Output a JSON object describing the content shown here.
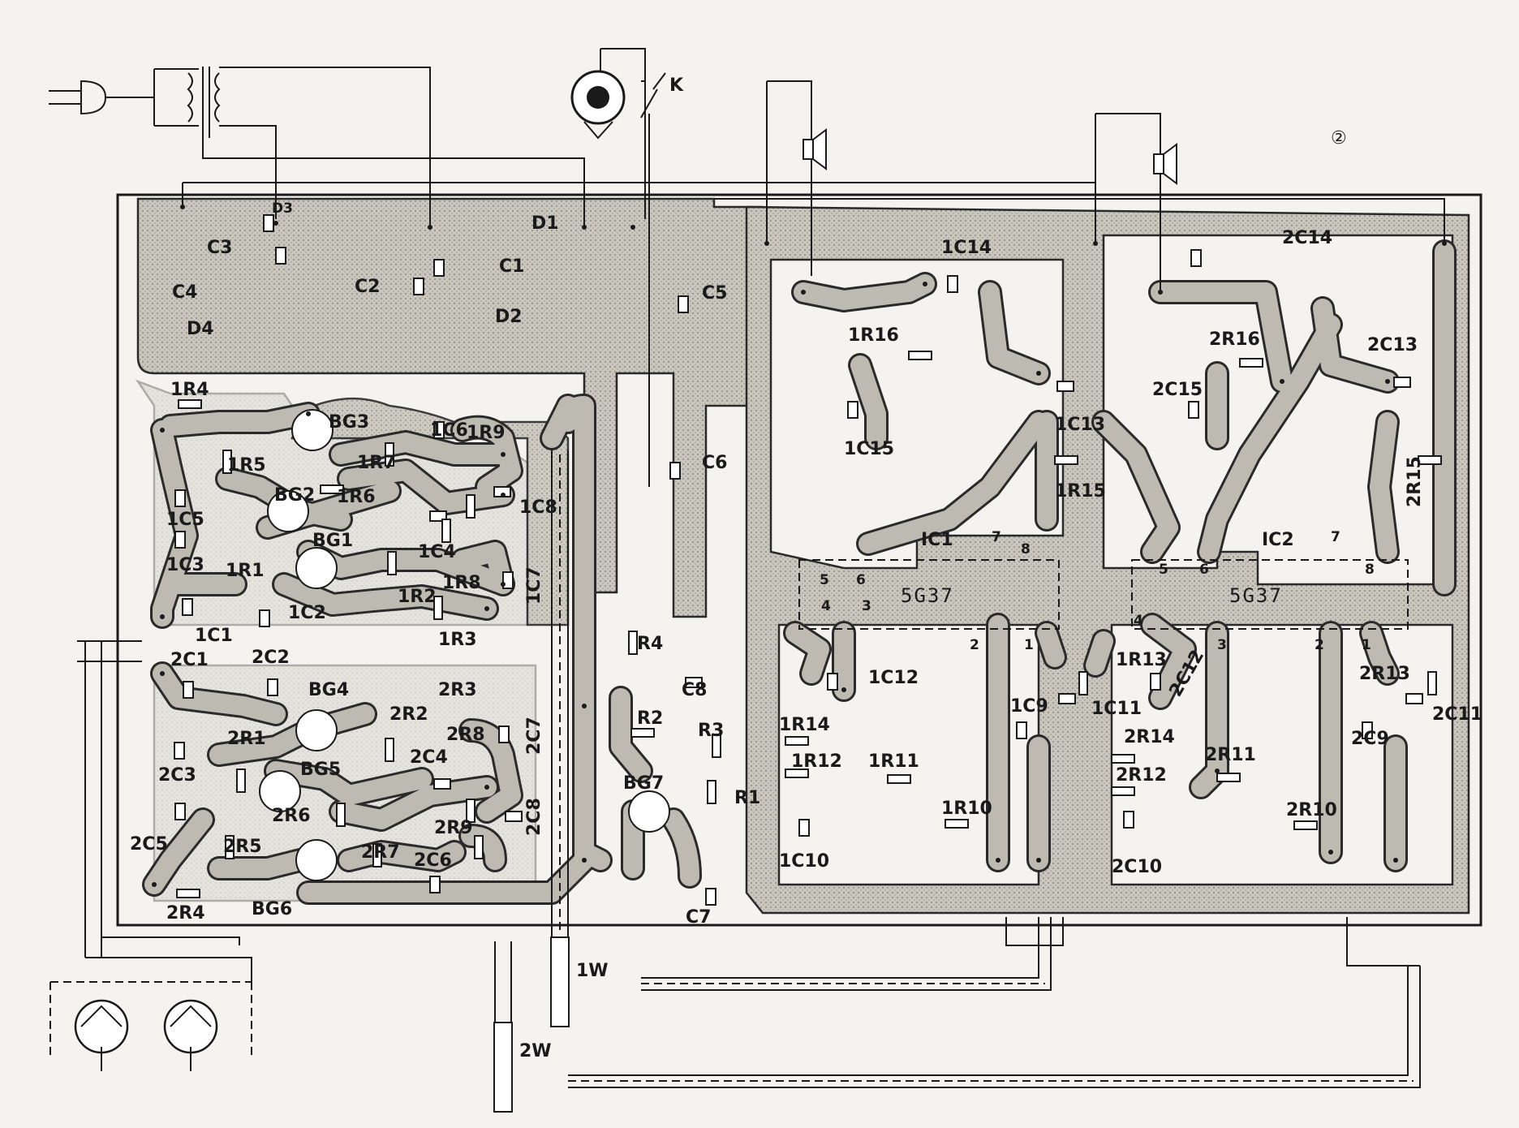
{
  "figure_number": "②",
  "ic_packages": [
    "5G37",
    "5G37"
  ],
  "labels": {
    "power": [
      "D1",
      "D2",
      "D3",
      "D4",
      "C1",
      "C2",
      "C3",
      "C4",
      "C5",
      "C6",
      "C7",
      "C8",
      "K",
      "R1",
      "R2",
      "R3",
      "R4",
      "BG7"
    ],
    "ch1_pre": [
      "1R1",
      "1R2",
      "1R3",
      "1R4",
      "1R5",
      "1R6",
      "1R7",
      "1R8",
      "1R9",
      "1C1",
      "1C2",
      "1C3",
      "1C4",
      "1C5",
      "1C6",
      "1C7",
      "1C8",
      "BG1",
      "BG2",
      "BG3"
    ],
    "ch2_pre": [
      "2R1",
      "2R2",
      "2R3",
      "2R4",
      "2R5",
      "2R6",
      "2R7",
      "2R8",
      "2R9",
      "2C1",
      "2C2",
      "2C3",
      "2C4",
      "2C5",
      "2C6",
      "2C7",
      "2C8",
      "BG4",
      "BG5",
      "BG6"
    ],
    "ch1_amp": [
      "IC1",
      "1R10",
      "1R11",
      "1R12",
      "1R13",
      "1R14",
      "1R15",
      "1R16",
      "1C9",
      "1C10",
      "1C11",
      "1C12",
      "1C13",
      "1C14",
      "1C15"
    ],
    "ch2_amp": [
      "IC2",
      "2R10",
      "2R11",
      "2R12",
      "2R13",
      "2R14",
      "2R15",
      "2R16",
      "2C9",
      "2C10",
      "2C11",
      "2C12",
      "2C13",
      "2C14",
      "2C15"
    ],
    "pots": [
      "1W",
      "2W"
    ],
    "ic_pins": [
      "1",
      "2",
      "3",
      "4",
      "5",
      "6",
      "7",
      "8"
    ]
  }
}
